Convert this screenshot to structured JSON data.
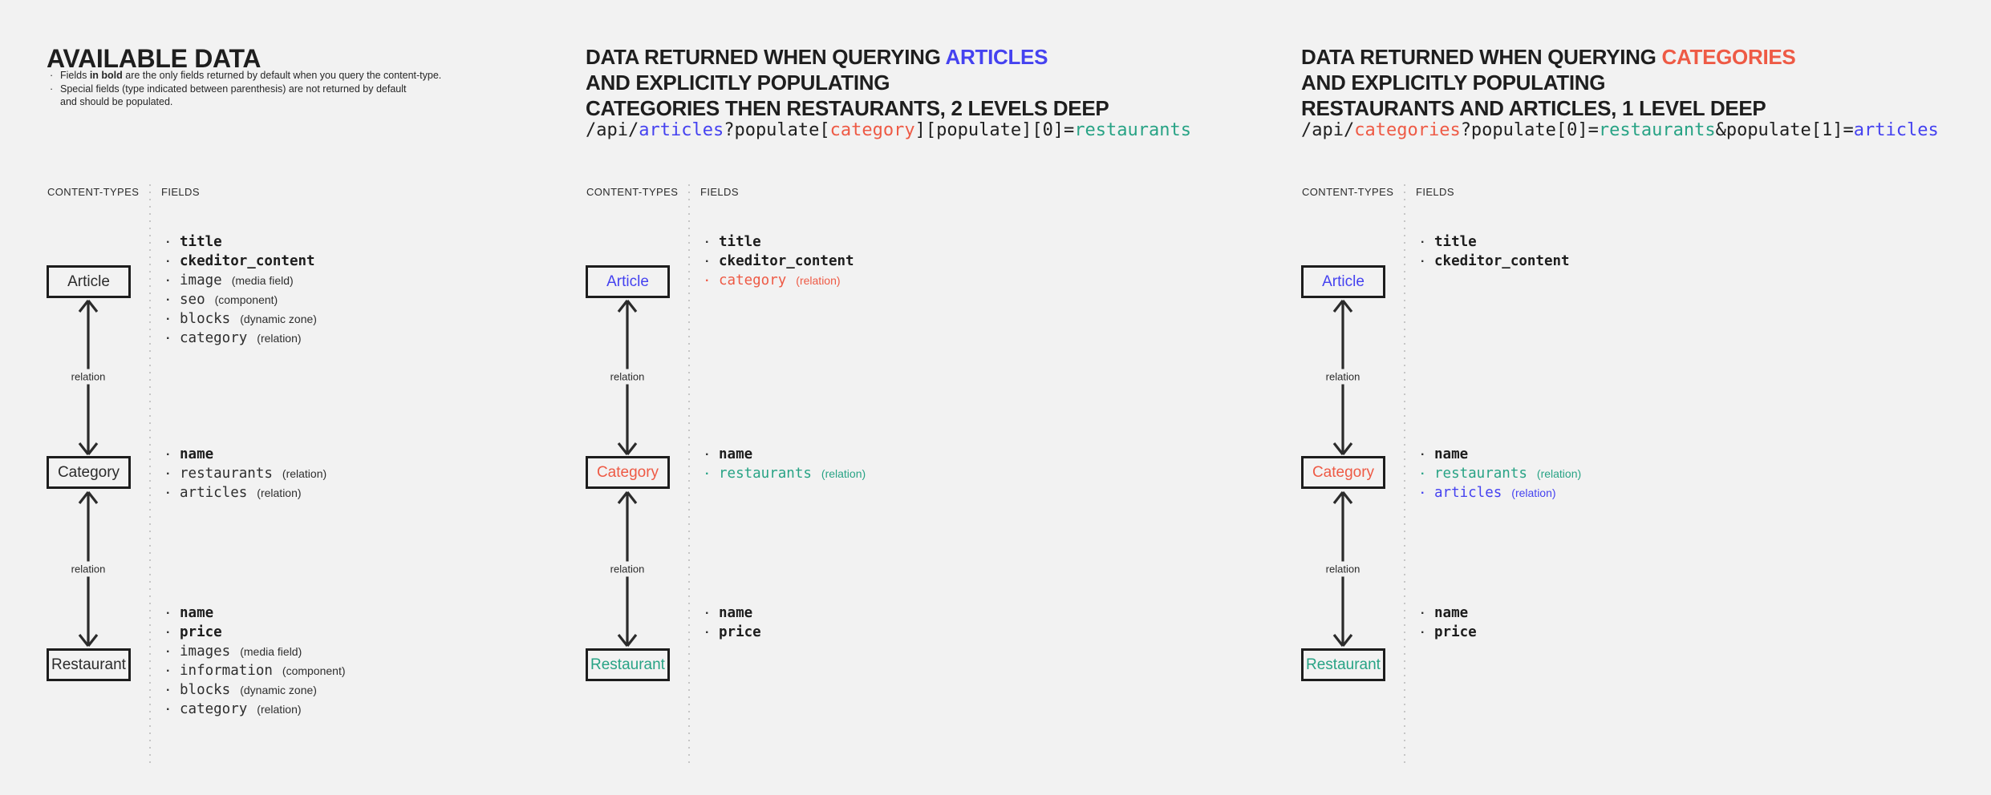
{
  "palette": {
    "background": "#f2f2f2",
    "text_dark": "#1f1f1f",
    "blue": "#4542f0",
    "red": "#ee5a45",
    "teal": "#28a385"
  },
  "panel1": {
    "title": "AVAILABLE DATA",
    "notes": {
      "note1_pre": "Fields ",
      "note1_bold": "in bold",
      "note1_post": " are the only fields returned by default when you query the content-type.",
      "note2_line1": "Special fields (type indicated between parenthesis) are not returned by default",
      "note2_line2": "and should be populated."
    },
    "columns": {
      "content_types": "CONTENT-TYPES",
      "fields": "FIELDS"
    },
    "relation_label": "relation",
    "nodes": {
      "article": {
        "label": "Article",
        "fields": [
          {
            "name": "title",
            "bold": true
          },
          {
            "name": "ckeditor_content",
            "bold": true
          },
          {
            "name": "image",
            "annotation": "(media field)"
          },
          {
            "name": "seo",
            "annotation": "(component)"
          },
          {
            "name": "blocks",
            "annotation": "(dynamic zone)"
          },
          {
            "name": "category",
            "annotation": "(relation)"
          }
        ]
      },
      "category": {
        "label": "Category",
        "fields": [
          {
            "name": "name",
            "bold": true
          },
          {
            "name": "restaurants",
            "annotation": "(relation)"
          },
          {
            "name": "articles",
            "annotation": "(relation)"
          }
        ]
      },
      "restaurant": {
        "label": "Restaurant",
        "fields": [
          {
            "name": "name",
            "bold": true
          },
          {
            "name": "price",
            "bold": true
          },
          {
            "name": "images",
            "annotation": "(media field)"
          },
          {
            "name": "information",
            "annotation": "(component)"
          },
          {
            "name": "blocks",
            "annotation": "(dynamic zone)"
          },
          {
            "name": "category",
            "annotation": "(relation)"
          }
        ]
      }
    }
  },
  "panel2": {
    "title": {
      "line1_prefix": "DATA RETURNED WHEN QUERYING ",
      "line1_highlight": "ARTICLES",
      "line2": "AND EXPLICITLY POPULATING",
      "line3": "CATEGORIES THEN RESTAURANTS, 2 LEVELS DEEP"
    },
    "code": [
      {
        "t": "/api/"
      },
      {
        "t": "articles",
        "c": "blue"
      },
      {
        "t": "?populate["
      },
      {
        "t": "category",
        "c": "red"
      },
      {
        "t": "][populate][0]="
      },
      {
        "t": "restaurants",
        "c": "teal"
      }
    ],
    "columns": {
      "content_types": "CONTENT-TYPES",
      "fields": "FIELDS"
    },
    "relation_label": "relation",
    "nodes": {
      "article": {
        "label": "Article",
        "fields": [
          {
            "name": "title",
            "bold": true
          },
          {
            "name": "ckeditor_content",
            "bold": true
          },
          {
            "name": "category",
            "annotation": "(relation)",
            "color": "red"
          }
        ]
      },
      "category": {
        "label": "Category",
        "fields": [
          {
            "name": "name",
            "bold": true
          },
          {
            "name": "restaurants",
            "annotation": "(relation)",
            "color": "teal"
          }
        ]
      },
      "restaurant": {
        "label": "Restaurant",
        "fields": [
          {
            "name": "name",
            "bold": true
          },
          {
            "name": "price",
            "bold": true
          }
        ]
      }
    }
  },
  "panel3": {
    "title": {
      "line1_prefix": "DATA RETURNED WHEN QUERYING ",
      "line1_highlight": "CATEGORIES",
      "line2": "AND EXPLICITLY POPULATING",
      "line3": "RESTAURANTS AND ARTICLES, 1 LEVEL DEEP"
    },
    "code": [
      {
        "t": "/api/"
      },
      {
        "t": "categories",
        "c": "red"
      },
      {
        "t": "?populate[0]="
      },
      {
        "t": "restaurants",
        "c": "teal"
      },
      {
        "t": "&populate[1]="
      },
      {
        "t": "articles",
        "c": "blue"
      }
    ],
    "columns": {
      "content_types": "CONTENT-TYPES",
      "fields": "FIELDS"
    },
    "relation_label": "relation",
    "nodes": {
      "article": {
        "label": "Article",
        "fields": [
          {
            "name": "title",
            "bold": true
          },
          {
            "name": "ckeditor_content",
            "bold": true
          }
        ]
      },
      "category": {
        "label": "Category",
        "fields": [
          {
            "name": "name",
            "bold": true
          },
          {
            "name": "restaurants",
            "annotation": "(relation)",
            "color": "teal"
          },
          {
            "name": "articles",
            "annotation": "(relation)",
            "color": "blue"
          }
        ]
      },
      "restaurant": {
        "label": "Restaurant",
        "fields": [
          {
            "name": "name",
            "bold": true
          },
          {
            "name": "price",
            "bold": true
          }
        ]
      }
    }
  }
}
